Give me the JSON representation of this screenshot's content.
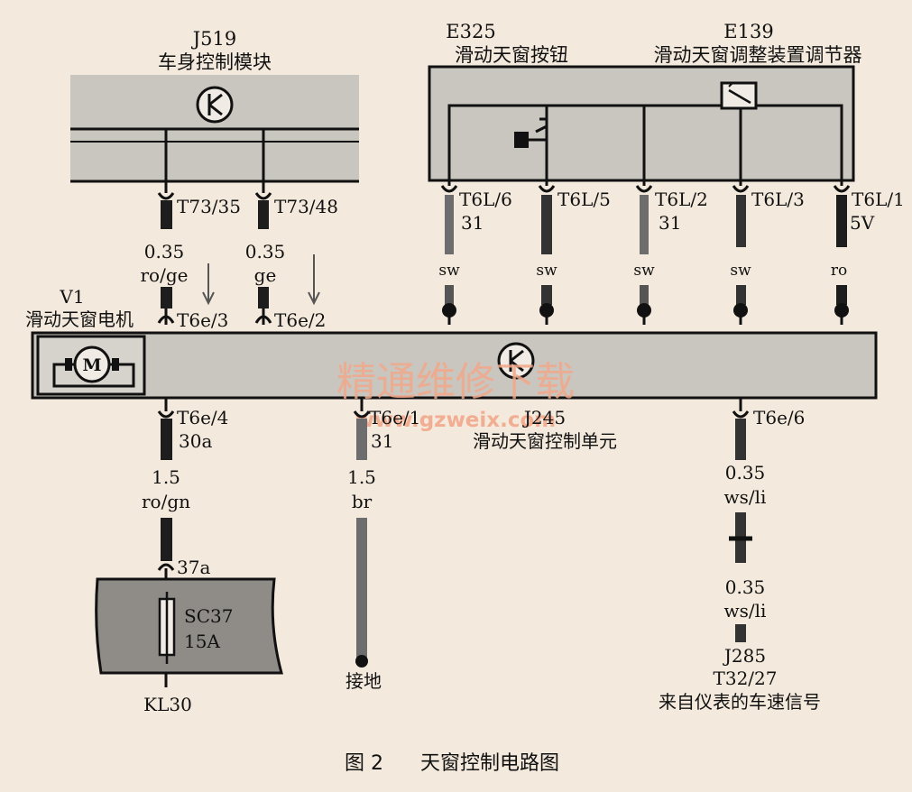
{
  "components": {
    "j519": {
      "code": "J519",
      "name": "车身控制模块"
    },
    "e325": {
      "code": "E325",
      "name": "滑动天窗按钮"
    },
    "e139": {
      "code": "E139",
      "name": "滑动天窗调整装置调节器"
    },
    "v1": {
      "code": "V1",
      "name": "滑动天窗电机",
      "symbol": "M"
    },
    "j245": {
      "code": "J245",
      "name": "滑动天窗控制单元"
    },
    "sc37": {
      "code": "SC37",
      "rating": "15A"
    },
    "j285": {
      "code": "J285",
      "pin": "T32/27",
      "desc": "来自仪表的车速信号"
    }
  },
  "pins": {
    "t73_35": "T73/35",
    "t73_48": "T73/48",
    "t6l_6": "T6L/6",
    "t6l_6_sig": "31",
    "t6l_5": "T6L/5",
    "t6l_2": "T6L/2",
    "t6l_2_sig": "31",
    "t6l_3": "T6L/3",
    "t6l_1": "T6L/1",
    "t6l_1_sig": "5V",
    "t6e_3": "T6e/3",
    "t6e_2": "T6e/2",
    "t6e_4": "T6e/4",
    "t6e_4_sig": "30a",
    "t6e_1": "T6e/1",
    "t6e_1_sig": "31",
    "t6e_6": "T6e/6",
    "p37a": "37a"
  },
  "wires": {
    "w1_size": "0.35",
    "w1_color": "ro/ge",
    "w2_size": "0.35",
    "w2_color": "ge",
    "sw1": "sw",
    "sw2": "sw",
    "sw3": "sw",
    "sw4": "sw",
    "ro1": "ro",
    "w30_size": "1.5",
    "w30_color": "ro/gn",
    "wgnd_size": "1.5",
    "wgnd_color": "br",
    "wsp_size_a": "0.35",
    "wsp_color_a": "ws/li",
    "wsp_size_b": "0.35",
    "wsp_color_b": "ws/li"
  },
  "labels": {
    "kl30": "KL30",
    "ground": "接地",
    "figure_num": "图 2",
    "figure_title": "天窗控制电路图"
  },
  "watermark": {
    "cn": "精通维修下载",
    "url": "www.gzweix.com",
    "color": "#f2a88a"
  },
  "colors": {
    "module_fill": "#c9c5bf",
    "fuse_box_fill": "#8f8c87",
    "wire_sw": "#555555",
    "wire_black": "#1d1d1d"
  }
}
